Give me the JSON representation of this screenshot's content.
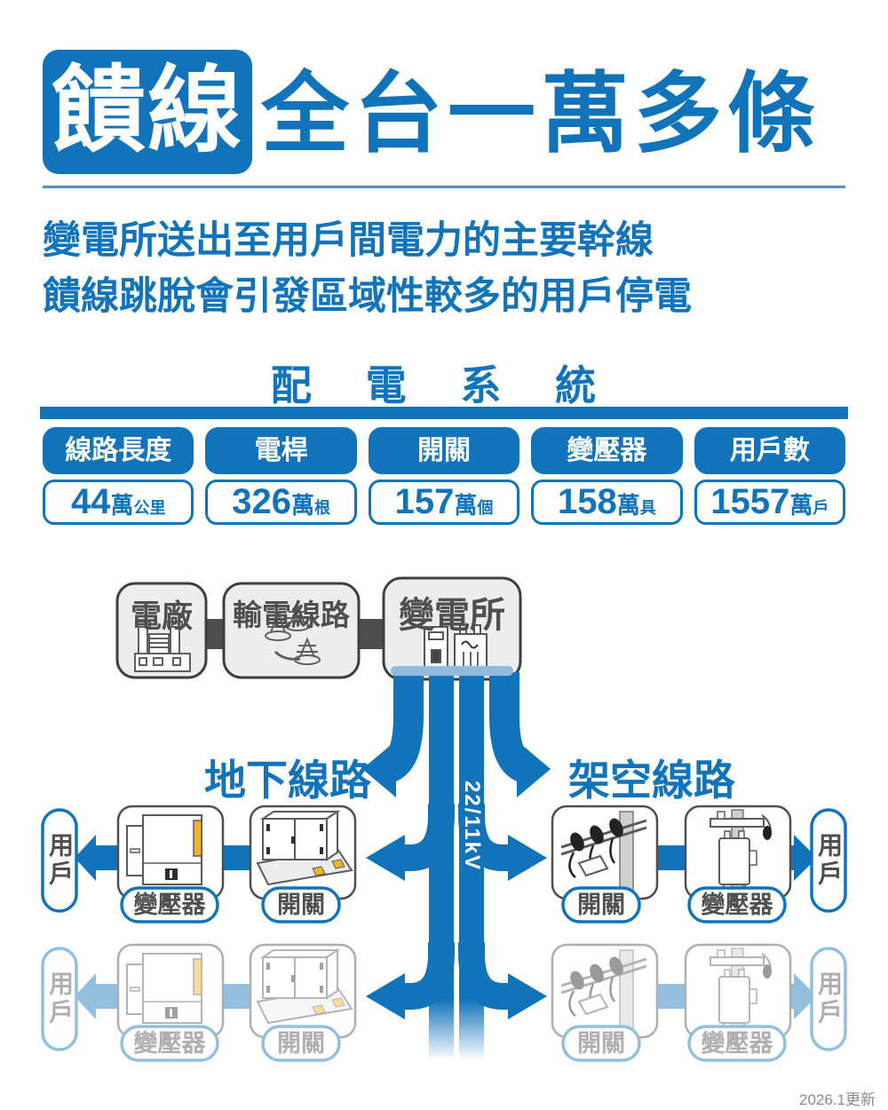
{
  "title": {
    "badge": "饋線",
    "headline": "全台一萬多條"
  },
  "description": {
    "line1": "變電所送出至用戶間電力的主要幹線",
    "line2": "饋線跳脫會引發區域性較多的用戶停電"
  },
  "section": {
    "title": "配 電 系 統"
  },
  "stats": {
    "columns": [
      {
        "label": "線路長度",
        "value": "44",
        "unit_big": "萬",
        "unit_small": "公里"
      },
      {
        "label": "電桿",
        "value": "326",
        "unit_big": "萬",
        "unit_small": "根"
      },
      {
        "label": "開關",
        "value": "157",
        "unit_big": "萬",
        "unit_small": "個"
      },
      {
        "label": "變壓器",
        "value": "158",
        "unit_big": "萬",
        "unit_small": "具"
      },
      {
        "label": "用戶數",
        "value": "1557",
        "unit_big": "萬",
        "unit_small": "戶"
      }
    ]
  },
  "flow": {
    "nodes": [
      {
        "label": "電廠"
      },
      {
        "label": "輸電線路"
      },
      {
        "label": "變電所"
      }
    ],
    "voltage": "22/11kV",
    "branches": {
      "left": "地下線路",
      "right": "架空線路"
    },
    "left_chain": {
      "user": "用戶",
      "transformer": "變壓器",
      "switch": "開關"
    },
    "right_chain": {
      "switch": "開關",
      "transformer": "變壓器",
      "user": "用戶"
    }
  },
  "footer": {
    "updated": "2026.1更新"
  },
  "colors": {
    "primary": "#1173BA",
    "light_blue_bar": "#93BBDE",
    "accent_yellow": "#F0B429",
    "connector_gray": "#4D4D4D",
    "text_gray": "#4F4F4F",
    "faded_row_opacity": "0.45"
  }
}
